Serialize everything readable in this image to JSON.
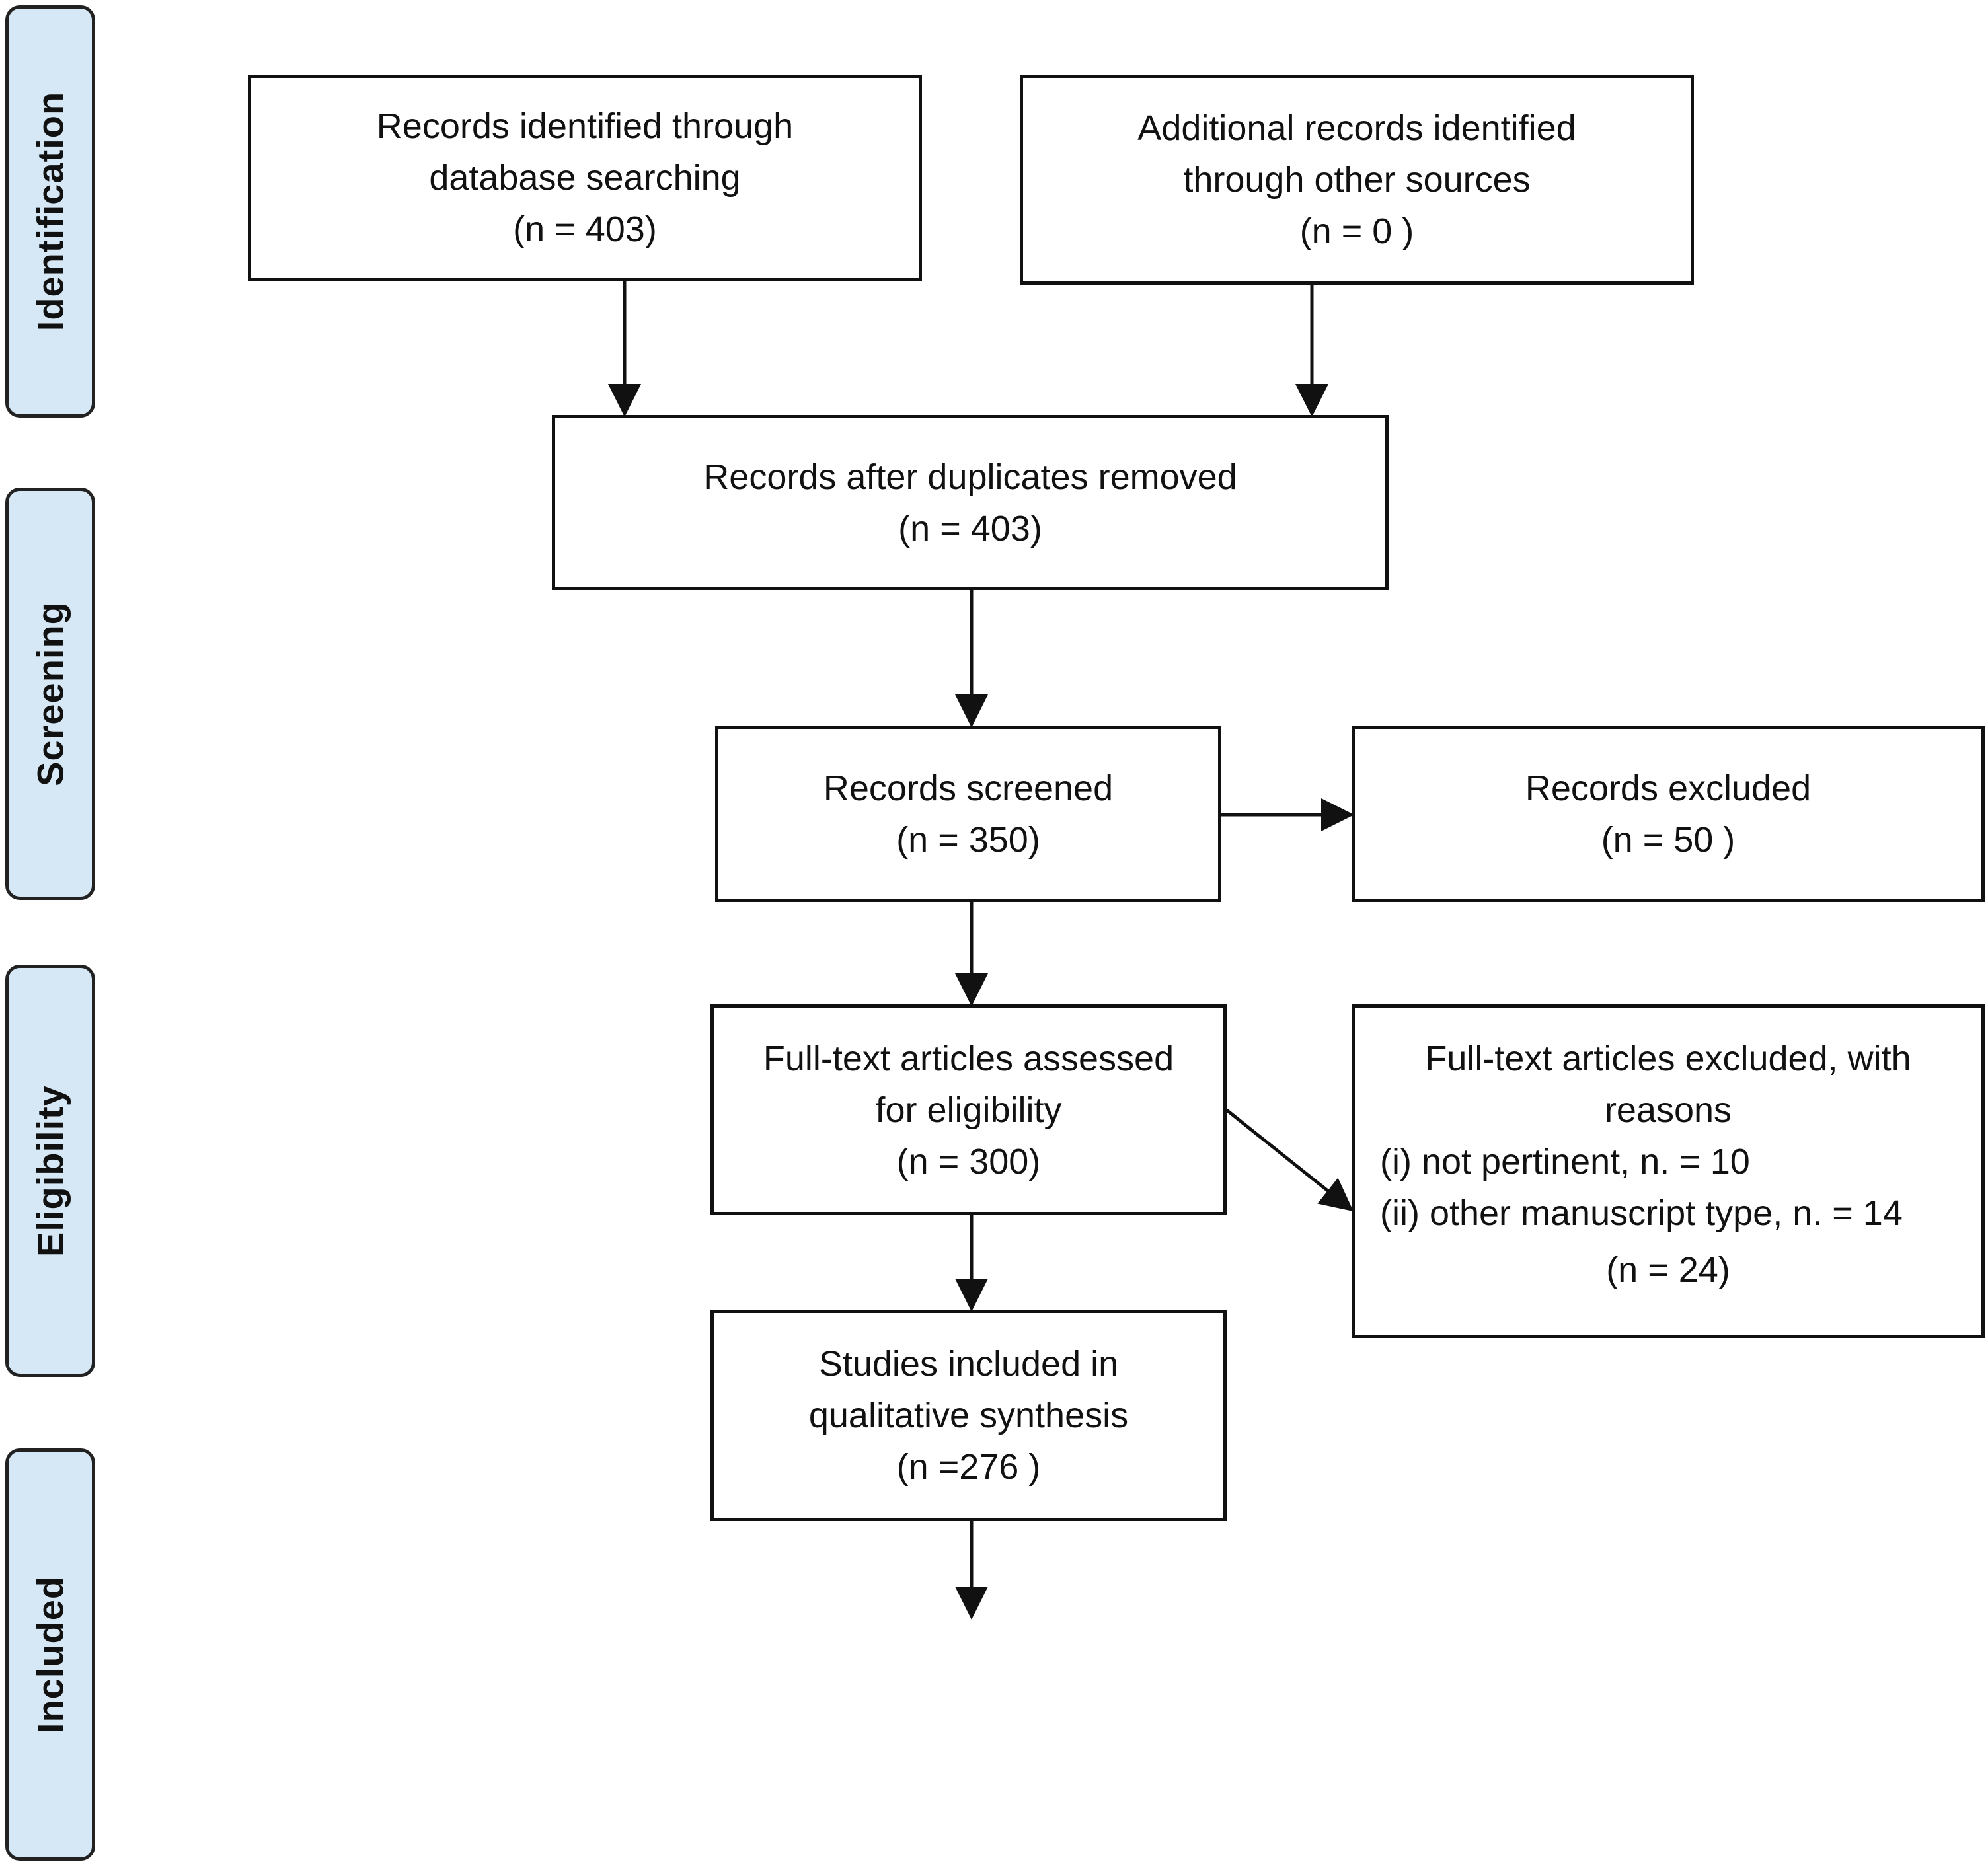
{
  "phases": {
    "identification": "Identification",
    "screening": "Screening",
    "eligibility": "Eligibility",
    "included": "Included"
  },
  "boxes": {
    "db_search": {
      "line1": "Records identified through",
      "line2": "database searching",
      "count": "(n = 403)"
    },
    "other_sources": {
      "line1": "Additional records identified",
      "line2": "through other sources",
      "count": "(n = 0 )"
    },
    "dedup": {
      "line1": "Records after duplicates removed",
      "count": "(n = 403)"
    },
    "screened": {
      "line1": "Records screened",
      "count": "(n = 350)"
    },
    "excluded": {
      "line1": "Records excluded",
      "count": "(n = 50 )"
    },
    "fulltext": {
      "line1": "Full-text articles assessed",
      "line2": "for eligibility",
      "count": "(n = 300)"
    },
    "fulltext_excluded": {
      "line1": "Full-text articles excluded, with",
      "line2": "reasons",
      "reason1": "(i) not pertinent, n. = 10",
      "reason2": "(ii) other manuscript type, n. = 14",
      "count": "(n = 24)"
    },
    "included": {
      "line1": "Studies included in",
      "line2": "qualitative synthesis",
      "count": "(n =276 )"
    }
  }
}
